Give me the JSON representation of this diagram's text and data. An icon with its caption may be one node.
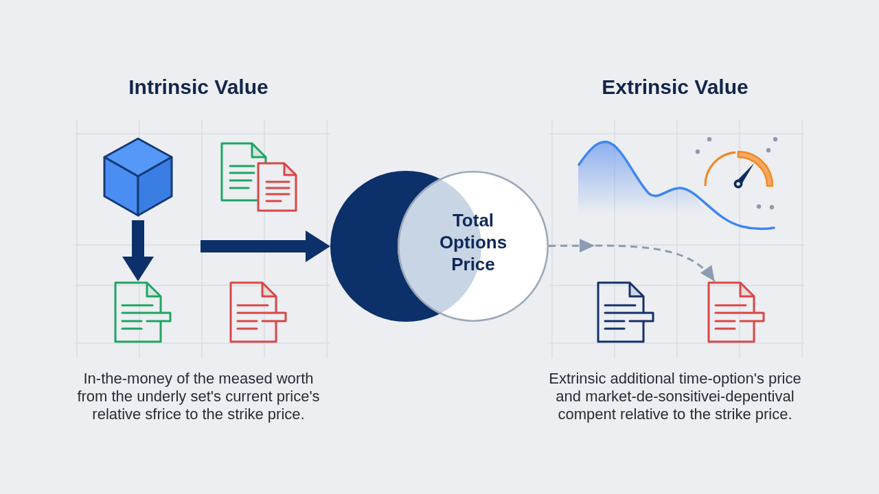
{
  "diagram": {
    "nodes": [
      {
        "text": [],
        "shape": "cube"
      },
      {
        "text": [],
        "shape": "document"
      },
      {
        "text": [
          "Total Options Price"
        ]
      },
      {
        "text": [],
        "shape": "document"
      }
    ],
    "edges": [
      {
        "from": 0,
        "to": 1,
        "arrow": "to"
      },
      {
        "from": null,
        "to": 2,
        "arrow": "to"
      },
      {
        "from": 2,
        "to": 3,
        "arrow": "to",
        "style": "dashed",
        "color": "#8c9db2"
      }
    ],
    "labels": [
      "Intrinsic Value",
      "Extrinsic Value",
      "In-the-money of the meased worth from the underly set's current price's relative sfrice to the strike price.",
      "Extrinsic additional time-option's price and market-de-sonsitivei-depentival compent relative to the strike price."
    ]
  }
}
